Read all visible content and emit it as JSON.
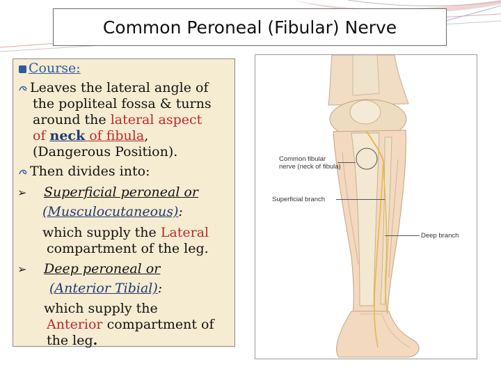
{
  "slide": {
    "title": "Common Peroneal (Fibular) Nerve",
    "colors": {
      "accent_blue": "#2c5aa0",
      "accent_red": "#c0282d",
      "text_box_bg": "#f6ecd2",
      "nerve": "#e8b84a"
    },
    "text": {
      "course_label": "Course:",
      "l1": "Leaves the lateral angle of",
      "l2": "the popliteal fossa & turns",
      "l3a": "around the ",
      "l3b": "lateral aspect",
      "l4a": "of ",
      "l4b": "neck",
      "l4c": " of fibula",
      "l4d": ",",
      "l5": "(Dangerous Position).",
      "l6": "Then divides into:",
      "l7": "Superficial peroneal or",
      "l8a": "(Musculocutaneous)",
      "l8b": ":",
      "l9a": "which supply the ",
      "l9b": "Lateral",
      "l10": "compartment of  the leg.",
      "l11": "Deep peroneal or",
      "l12a": "(Anterior Tibial)",
      "l12b": ":",
      "l13": "which supply the",
      "l14a": "Anterior",
      "l14b": " compartment of",
      "l15a": "the leg",
      "l15b": "."
    },
    "figure": {
      "label_common_1": "Common fibular",
      "label_common_2": "nerve (neck of fibula)",
      "label_superficial": "Superficial branch",
      "label_deep": "Deep branch"
    }
  }
}
